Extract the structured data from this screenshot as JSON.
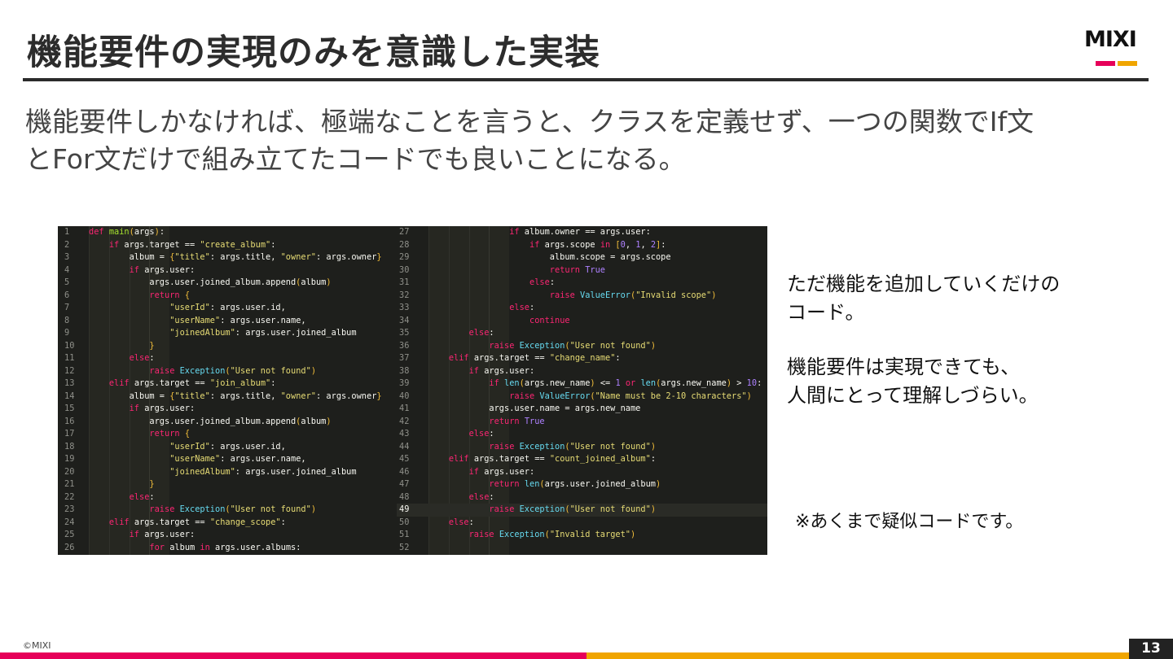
{
  "slide": {
    "title": "機能要件の実現のみを意識した実装",
    "lead": "機能要件しかなければ、極端なことを言うと、クラスを定義せず、一つの関数でIf文\nとFor文だけで組み立てたコードでも良いことになる。",
    "notes": [
      "ただ機能を追加していくだけの\nコード。",
      "機能要件は実現できても、\n人間にとって理解しづらい。",
      "※あくまで疑似コードです。"
    ],
    "logo": {
      "text": "MIXI",
      "bar_colors": [
        "#e60059",
        "#f0a500"
      ]
    },
    "copyright": "©MIXI",
    "page_number": "13",
    "footer_colors": [
      "#e60059",
      "#f0a500"
    ]
  },
  "code_left": [
    {
      "n": "1",
      "t": "def main(args):"
    },
    {
      "n": "2",
      "t": "    if args.target == \"create_album\":"
    },
    {
      "n": "3",
      "t": "        album = {\"title\": args.title, \"owner\": args.owner}"
    },
    {
      "n": "4",
      "t": "        if args.user:"
    },
    {
      "n": "5",
      "t": "            args.user.joined_album.append(album)"
    },
    {
      "n": "6",
      "t": "            return {"
    },
    {
      "n": "7",
      "t": "                \"userId\": args.user.id,"
    },
    {
      "n": "8",
      "t": "                \"userName\": args.user.name,"
    },
    {
      "n": "9",
      "t": "                \"joinedAlbum\": args.user.joined_album"
    },
    {
      "n": "10",
      "t": "            }"
    },
    {
      "n": "11",
      "t": "        else:"
    },
    {
      "n": "12",
      "t": "            raise Exception(\"User not found\")"
    },
    {
      "n": "13",
      "t": "    elif args.target == \"join_album\":"
    },
    {
      "n": "14",
      "t": "        album = {\"title\": args.title, \"owner\": args.owner}"
    },
    {
      "n": "15",
      "t": "        if args.user:"
    },
    {
      "n": "16",
      "t": "            args.user.joined_album.append(album)"
    },
    {
      "n": "17",
      "t": "            return {"
    },
    {
      "n": "18",
      "t": "                \"userId\": args.user.id,"
    },
    {
      "n": "19",
      "t": "                \"userName\": args.user.name,"
    },
    {
      "n": "20",
      "t": "                \"joinedAlbum\": args.user.joined_album"
    },
    {
      "n": "21",
      "t": "            }"
    },
    {
      "n": "22",
      "t": "        else:"
    },
    {
      "n": "23",
      "t": "            raise Exception(\"User not found\")"
    },
    {
      "n": "24",
      "t": "    elif args.target == \"change_scope\":"
    },
    {
      "n": "25",
      "t": "        if args.user:"
    },
    {
      "n": "26",
      "t": "            for album in args.user.albums:"
    }
  ],
  "code_right": [
    {
      "n": "27",
      "t": "                if album.owner == args.user:"
    },
    {
      "n": "28",
      "t": "                    if args.scope in [0, 1, 2]:"
    },
    {
      "n": "29",
      "t": "                        album.scope = args.scope"
    },
    {
      "n": "30",
      "t": "                        return True"
    },
    {
      "n": "31",
      "t": "                    else:"
    },
    {
      "n": "32",
      "t": "                        raise ValueError(\"Invalid scope\")"
    },
    {
      "n": "33",
      "t": "                else:"
    },
    {
      "n": "34",
      "t": "                    continue"
    },
    {
      "n": "35",
      "t": "        else:"
    },
    {
      "n": "36",
      "t": "            raise Exception(\"User not found\")"
    },
    {
      "n": "37",
      "t": "    elif args.target == \"change_name\":"
    },
    {
      "n": "38",
      "t": "        if args.user:"
    },
    {
      "n": "39",
      "t": "            if len(args.new_name) <= 1 or len(args.new_name) > 10:"
    },
    {
      "n": "40",
      "t": "                raise ValueError(\"Name must be 2-10 characters\")"
    },
    {
      "n": "41",
      "t": "            args.user.name = args.new_name"
    },
    {
      "n": "42",
      "t": "            return True"
    },
    {
      "n": "43",
      "t": "        else:"
    },
    {
      "n": "44",
      "t": "            raise Exception(\"User not found\")"
    },
    {
      "n": "45",
      "t": "    elif args.target == \"count_joined_album\":"
    },
    {
      "n": "46",
      "t": "        if args.user:"
    },
    {
      "n": "47",
      "t": "            return len(args.user.joined_album)"
    },
    {
      "n": "48",
      "t": "        else:"
    },
    {
      "n": "49",
      "t": "            raise Exception(\"User not found\")",
      "hl": true
    },
    {
      "n": "50",
      "t": "    else:"
    },
    {
      "n": "51",
      "t": "        raise Exception(\"Invalid target\")"
    },
    {
      "n": "52",
      "t": ""
    }
  ]
}
